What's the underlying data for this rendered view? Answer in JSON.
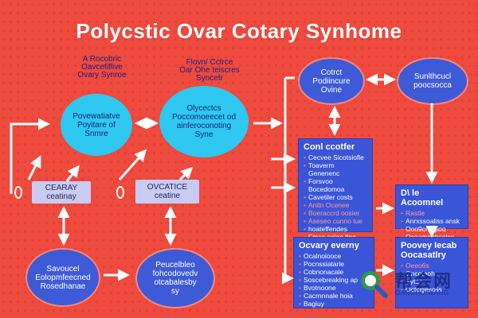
{
  "title": "Polycstic Ovar Cotary Synhome",
  "notes": {
    "top_left": "A Rocobric\nOavcefiflive\nOvary Synroe",
    "top_center": "Flovn/ Cctrce\nOar Ohe teiscres\nSyncetr"
  },
  "nodes": {
    "left_circle": "Povewatiatve\nPoyitare of\nSnmre",
    "center_circle": "Olycectcs\nPoccomoeecet od\nainferoconoting\nSyne",
    "top_right_circle": "Cotrct\nPodiincure\nOvine",
    "top_far_right": "Sunlthcucl\npoocsocca",
    "left_label": "CEARAY\nceatinay",
    "center_label": "OVCATICE\nceatine",
    "bottom_left_circle": "Savoucel\nEolopmfeecned\nRosedhanae",
    "bottom_center_circle": "Peucelbleo\nfohcodovedv\notcabalesby\nsy"
  },
  "panels": {
    "middle": {
      "title": "Conl ccotfer",
      "items": [
        "Cecvee Sicotsiofle",
        "Toaverm Genenenc",
        "Forsvoo Bocedomoa",
        "Cavetiler costs",
        "Anitn Ocenee",
        "Boeraccrd oosier",
        "Aseseo cunno tue",
        "hoateffendes",
        "Fmce ocioe tloe"
      ]
    },
    "right": {
      "title": "D\\ le Acoomnel",
      "items": [
        "Rastle",
        "Anrxssoaliss ansk",
        "Ooo9cnngioo",
        "Ocoamobbsolce"
      ]
    },
    "bottom_middle": {
      "title": "Ocvary everny",
      "items": [
        "Ocalnoiooce",
        "Pocnssiatarle",
        "Cobnonacale",
        "Soscebreaking ap",
        "Bvotnoone",
        "Cacrnnnale hoia",
        "Bagiuy"
      ]
    },
    "bottom_right": {
      "title": "Poovey Iecab\nOocasatlry",
      "items": [
        "Oeeo6s",
        "Gncoteoh",
        "Sytoe",
        "Octcigesoiis"
      ]
    }
  },
  "watermark": {
    "chinese": "帮会网",
    "english": "OANGHUIWANG",
    "icon": "magnifier-logo-icon"
  },
  "colors": {
    "background": "#ee4a3e",
    "cyan_node": "#2ec8f0",
    "blue_node": "#3e5ad6",
    "arrow": "#ffffff"
  }
}
